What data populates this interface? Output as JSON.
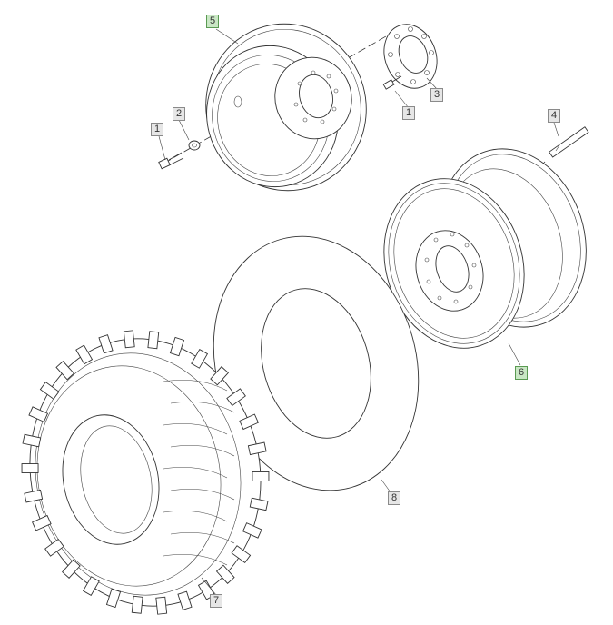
{
  "callouts": {
    "c1a": "1",
    "c1b": "1",
    "c2": "2",
    "c3": "3",
    "c4": "4",
    "c5": "5",
    "c6": "6",
    "c7": "7",
    "c8": "8"
  },
  "colors": {
    "highlight": "#c9e7c4",
    "callout_bg": "#e6e6e6",
    "line": "#333333"
  }
}
